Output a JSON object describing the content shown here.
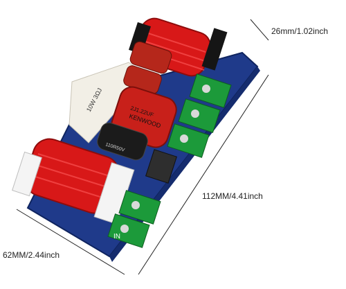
{
  "dimensions": {
    "height_label": "26mm/1.02inch",
    "length_label": "112MM/4.41inch",
    "width_label": "62MM/2.44inch"
  },
  "board": {
    "capacitor_label": "KENWOOD",
    "capacitor_code": "2J1.22UF",
    "resistor_label": "10W 3ΩJ",
    "electrolytic_label": "110R50V",
    "in_label": "IN",
    "colors": {
      "pcb": "#1f3a8a",
      "coil": "#d81818",
      "capacitor": "#c8201a",
      "terminal": "#1c9a3a",
      "ceramic_resistor": "#f2efe6"
    }
  }
}
